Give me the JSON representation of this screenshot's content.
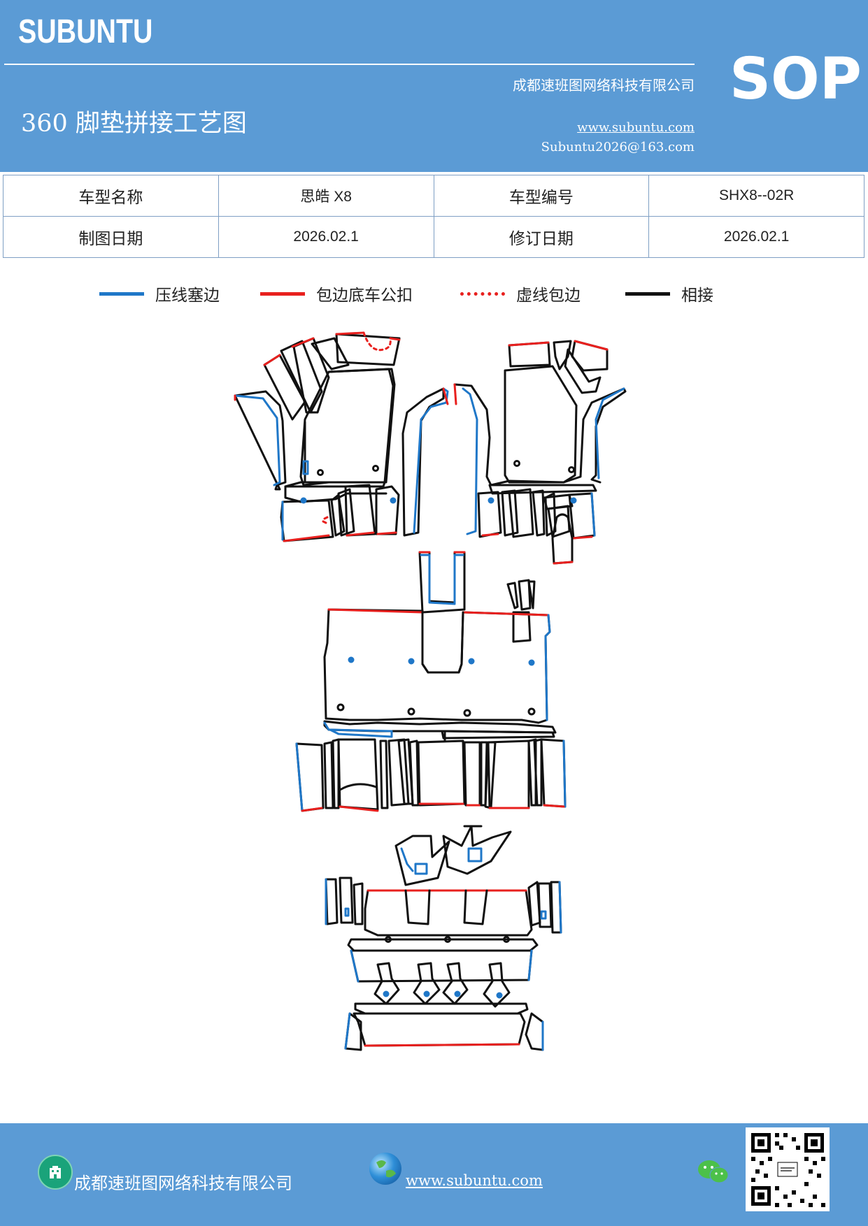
{
  "header": {
    "brand": "SUBUNTU",
    "company": "成都速班图网络科技有限公司",
    "title": "360 脚垫拼接工艺图",
    "website": "www.subuntu.com",
    "email": "Subuntu2026@163.com",
    "badge": "SOP"
  },
  "info_table": {
    "rows": [
      [
        "车型名称",
        "思皓 X8",
        "车型编号",
        "SHX8--02R"
      ],
      [
        "制图日期",
        "2026.02.1",
        "修订日期",
        "2026.02.1"
      ]
    ]
  },
  "legend": {
    "items": [
      {
        "label": "压线塞边",
        "color": "#1f77c8",
        "style": "solid"
      },
      {
        "label": "包边底车公扣",
        "color": "#e8201e",
        "style": "solid"
      },
      {
        "label": "虚线包边",
        "color": "#e8201e",
        "style": "dotted"
      },
      {
        "label": "相接",
        "color": "#111111",
        "style": "solid"
      }
    ]
  },
  "colors": {
    "header_bg": "#5b9bd5",
    "blue_edge": "#1f77c8",
    "red_edge": "#e8201e",
    "black_edge": "#111111"
  },
  "footer": {
    "company": "成都速班图网络科技有限公司",
    "website": "www.subuntu.com",
    "icons": [
      "building-icon",
      "globe-icon",
      "wechat-icon",
      "qr-code"
    ]
  }
}
